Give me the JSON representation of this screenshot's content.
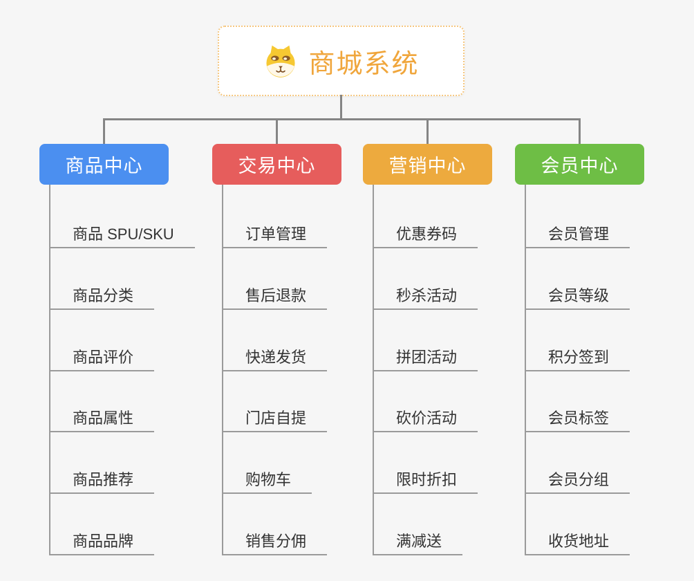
{
  "root": {
    "title": "商城系统",
    "icon": "dog-face-icon",
    "text_color": "#F0A63C",
    "border_color": "#F6C77F"
  },
  "connector_color": "#858585",
  "columns": [
    {
      "label": "商品中心",
      "color": "#4B8FF0",
      "items": [
        "商品 SPU/SKU",
        "商品分类",
        "商品评价",
        "商品属性",
        "商品推荐",
        "商品品牌"
      ]
    },
    {
      "label": "交易中心",
      "color": "#E65D5C",
      "items": [
        "订单管理",
        "售后退款",
        "快递发货",
        "门店自提",
        "购物车",
        "销售分佣"
      ]
    },
    {
      "label": "营销中心",
      "color": "#EDAA3E",
      "items": [
        "优惠券码",
        "秒杀活动",
        "拼团活动",
        "砍价活动",
        "限时折扣",
        "满减送"
      ]
    },
    {
      "label": "会员中心",
      "color": "#6EBE45",
      "items": [
        "会员管理",
        "会员等级",
        "积分签到",
        "会员标签",
        "会员分组",
        "收货地址"
      ]
    }
  ]
}
